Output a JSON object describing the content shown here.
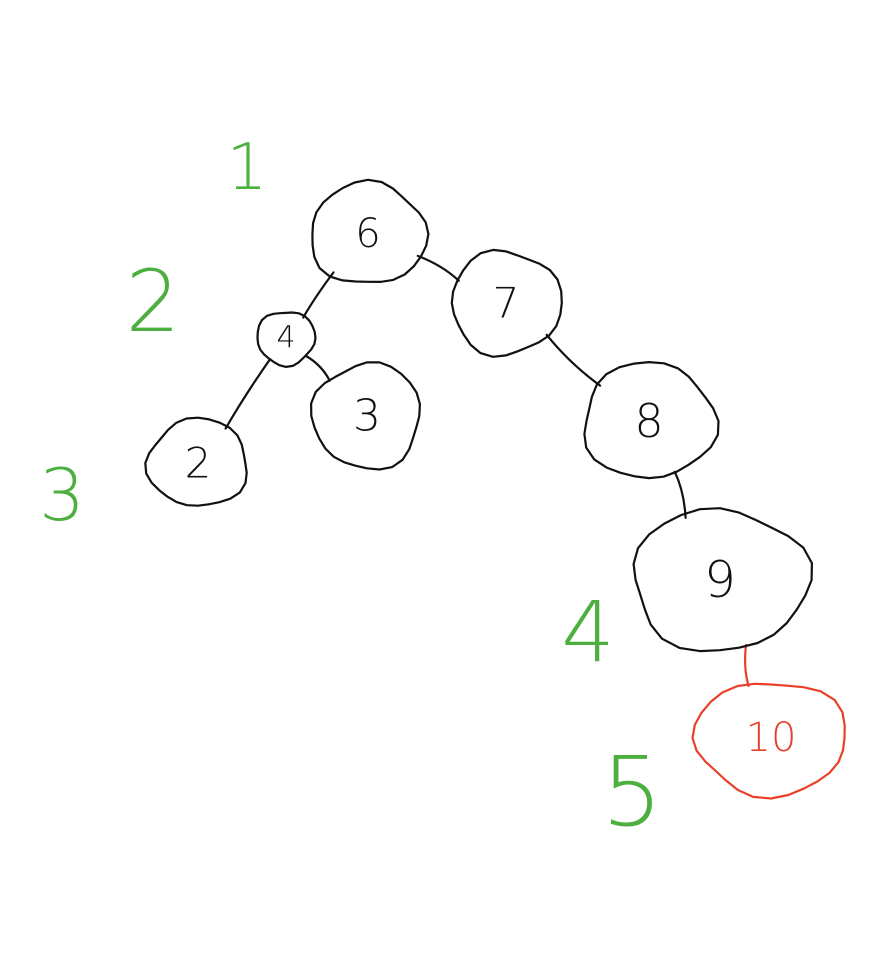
{
  "colors": {
    "ink": "#111111",
    "highlight": "#e8402a",
    "level_marker": "#4caf3f",
    "background": "#ffffff"
  },
  "tree": {
    "nodes": [
      {
        "id": "n6",
        "label": "6",
        "highlighted": false
      },
      {
        "id": "n7",
        "label": "7",
        "highlighted": false
      },
      {
        "id": "n4",
        "label": "4",
        "highlighted": false
      },
      {
        "id": "n3",
        "label": "3",
        "highlighted": false
      },
      {
        "id": "n2",
        "label": "2",
        "highlighted": false
      },
      {
        "id": "n8",
        "label": "8",
        "highlighted": false
      },
      {
        "id": "n9",
        "label": "9",
        "highlighted": false
      },
      {
        "id": "n10",
        "label": "10",
        "highlighted": true
      }
    ],
    "edges": [
      {
        "from": "n6",
        "to": "n4",
        "highlighted": false
      },
      {
        "from": "n6",
        "to": "n7",
        "highlighted": false
      },
      {
        "from": "n4",
        "to": "n2",
        "highlighted": false
      },
      {
        "from": "n4",
        "to": "n3",
        "highlighted": false
      },
      {
        "from": "n7",
        "to": "n8",
        "highlighted": false
      },
      {
        "from": "n8",
        "to": "n9",
        "highlighted": false
      },
      {
        "from": "n9",
        "to": "n10",
        "highlighted": true
      }
    ]
  },
  "level_markers": [
    "1",
    "2",
    "3",
    "4",
    "5"
  ]
}
